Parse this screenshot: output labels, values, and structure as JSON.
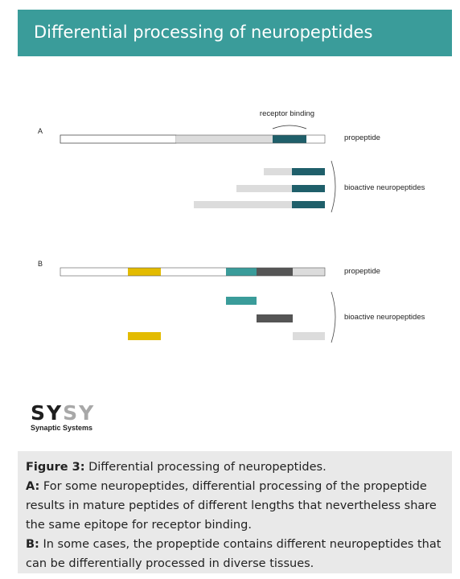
{
  "header": {
    "title": "Differential processing of neuropeptides"
  },
  "diagram": {
    "panel_a": {
      "label": "A",
      "annotation": "receptor binding",
      "propeptide_label": "propeptide",
      "bioactive_label": "bioactive neuropeptides"
    },
    "panel_b": {
      "label": "B",
      "propeptide_label": "propeptide",
      "bioactive_label": "bioactive neuropeptides"
    },
    "colors": {
      "dark_teal": "#1f5f6a",
      "light_gray": "#dcdcdc",
      "yellow": "#e3bb00",
      "teal": "#3a9c9a",
      "dark_gray": "#555555"
    }
  },
  "logo": {
    "mark_1": "SY",
    "mark_2": "SY",
    "subtitle": "Synaptic Systems"
  },
  "caption": {
    "figure_label": "Figure 3:",
    "figure_text": " Differential processing of neuropeptides.",
    "a_label": "A:",
    "a_text": " For some neuropeptides, differential processing of the propeptide results in mature peptides of different lengths that nevertheless share the same epitope for receptor binding.",
    "b_label": "B:",
    "b_text": " In some cases, the propeptide contains different neuropeptides that can be differentially processed in diverse tissues."
  }
}
